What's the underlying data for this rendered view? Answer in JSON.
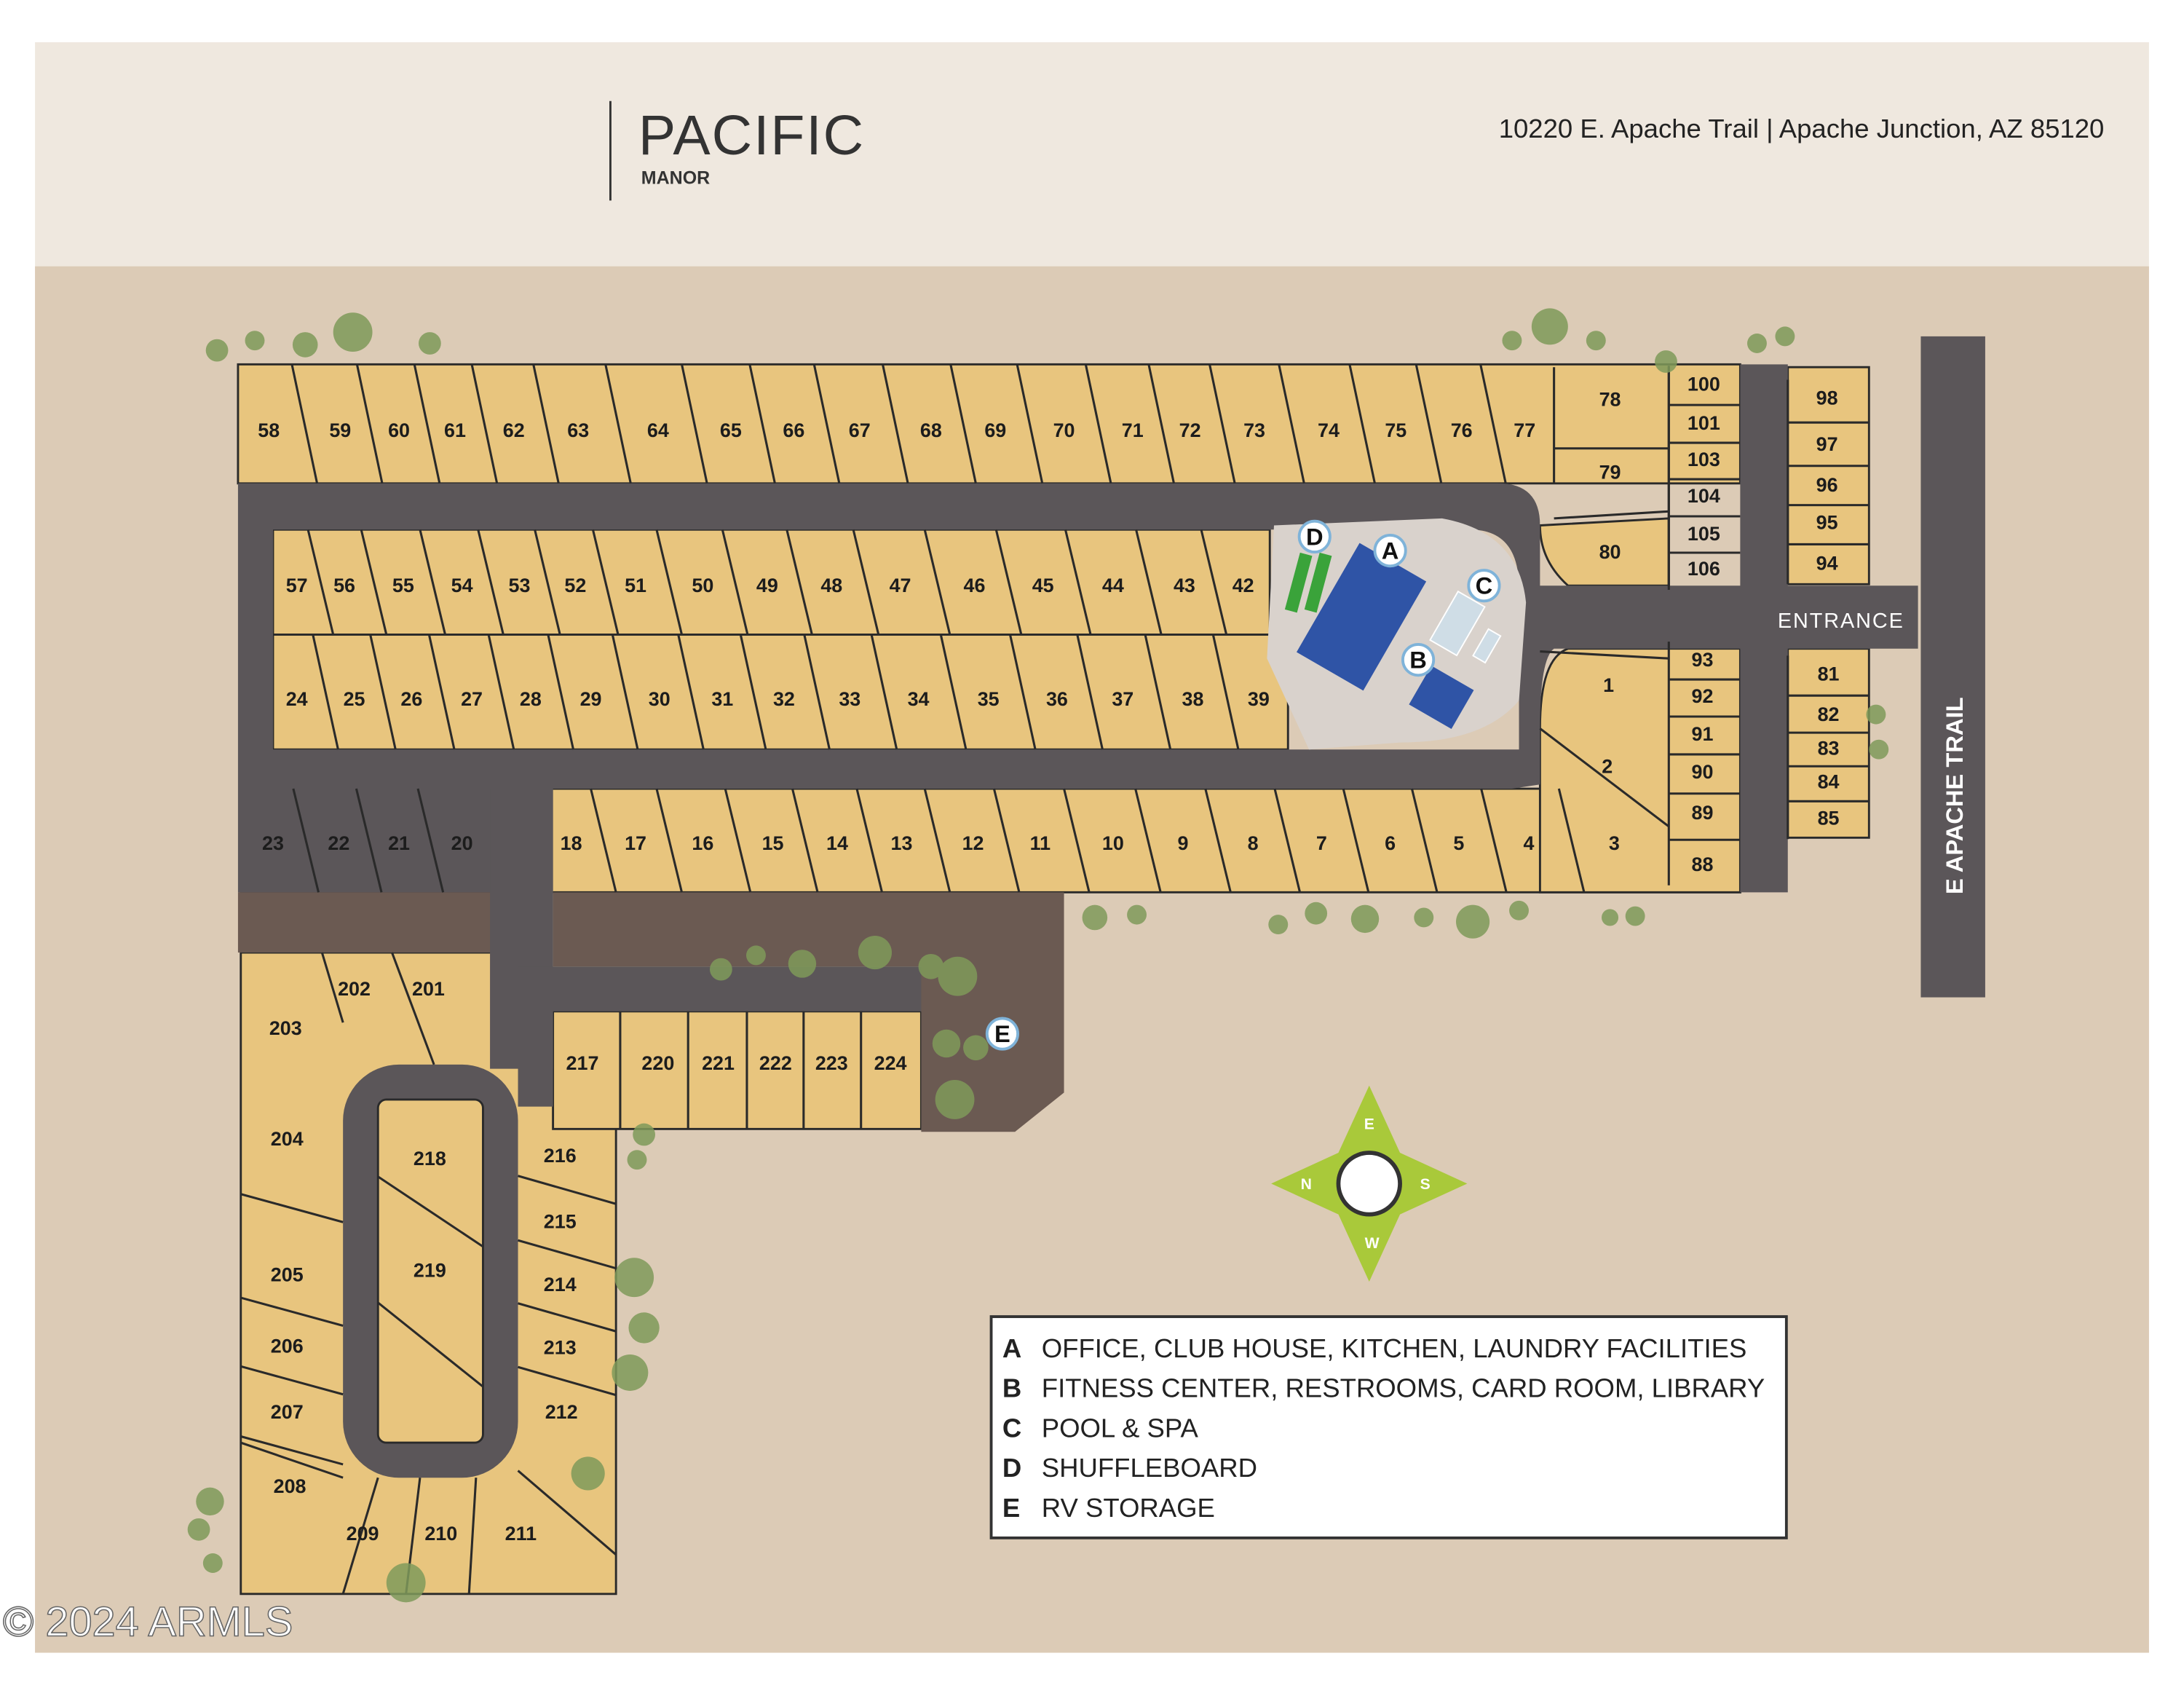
{
  "header": {
    "brand_title": "PACIFIC",
    "brand_subtitle": "MANOR",
    "address": "10220 E. Apache Trail | Apache Junction, AZ 85120"
  },
  "labels": {
    "entrance": "ENTRANCE",
    "street": "E APACHE TRAIL"
  },
  "amenity_markers": [
    "A",
    "B",
    "C",
    "D",
    "E"
  ],
  "lots": {
    "row1": [
      "58",
      "59",
      "60",
      "61",
      "62",
      "63",
      "64",
      "65",
      "66",
      "67",
      "68",
      "69",
      "70",
      "71",
      "72",
      "73",
      "74",
      "75",
      "76",
      "77"
    ],
    "row2": [
      "57",
      "56",
      "55",
      "54",
      "53",
      "52",
      "51",
      "50",
      "49",
      "48",
      "47",
      "46",
      "45",
      "44",
      "43",
      "42"
    ],
    "row3": [
      "24",
      "25",
      "26",
      "27",
      "28",
      "29",
      "30",
      "31",
      "32",
      "33",
      "34",
      "35",
      "36",
      "37",
      "38",
      "39"
    ],
    "row4_west": [
      "23",
      "22",
      "21",
      "20"
    ],
    "row4_east": [
      "18",
      "17",
      "16",
      "15",
      "14",
      "13",
      "12",
      "11",
      "10",
      "9",
      "8",
      "7",
      "6",
      "5",
      "4",
      "3"
    ],
    "northeast": [
      "78",
      "79",
      "80"
    ],
    "column_100s": [
      "100",
      "101",
      "103",
      "104",
      "105",
      "106"
    ],
    "column_90s_north": [
      "98",
      "97",
      "96",
      "95",
      "94"
    ],
    "southeast": [
      "1",
      "2"
    ],
    "column_88_93": [
      "93",
      "92",
      "91",
      "90",
      "89",
      "88"
    ],
    "column_81_85": [
      "81",
      "82",
      "83",
      "84",
      "85"
    ],
    "south_top": [
      "202",
      "201",
      "203"
    ],
    "south_row": [
      "217",
      "220",
      "221",
      "222",
      "223",
      "224"
    ],
    "south_left": [
      "204",
      "205",
      "206",
      "207",
      "208"
    ],
    "south_bottom": [
      "209",
      "210",
      "211"
    ],
    "south_island": [
      "218",
      "219"
    ],
    "south_right": [
      "216",
      "215",
      "214",
      "213",
      "212"
    ]
  },
  "legend": [
    {
      "letter": "A",
      "text": "OFFICE, CLUB HOUSE, KITCHEN, LAUNDRY FACILITIES"
    },
    {
      "letter": "B",
      "text": "FITNESS CENTER, RESTROOMS, CARD ROOM, LIBRARY"
    },
    {
      "letter": "C",
      "text": "POOL & SPA"
    },
    {
      "letter": "D",
      "text": "SHUFFLEBOARD"
    },
    {
      "letter": "E",
      "text": "RV STORAGE"
    }
  ],
  "compass": {
    "n": "N",
    "e": "E",
    "s": "S",
    "w": "W"
  },
  "watermark": "© 2024 ARMLS",
  "colors": {
    "lot": "#e8c57e",
    "road": "#5b5659",
    "ground": "#dccbb6",
    "building": "#2f54a6",
    "shuffleboard": "#3aa33a",
    "tree": "#7f9a5a",
    "compass": "#a9c93a"
  }
}
